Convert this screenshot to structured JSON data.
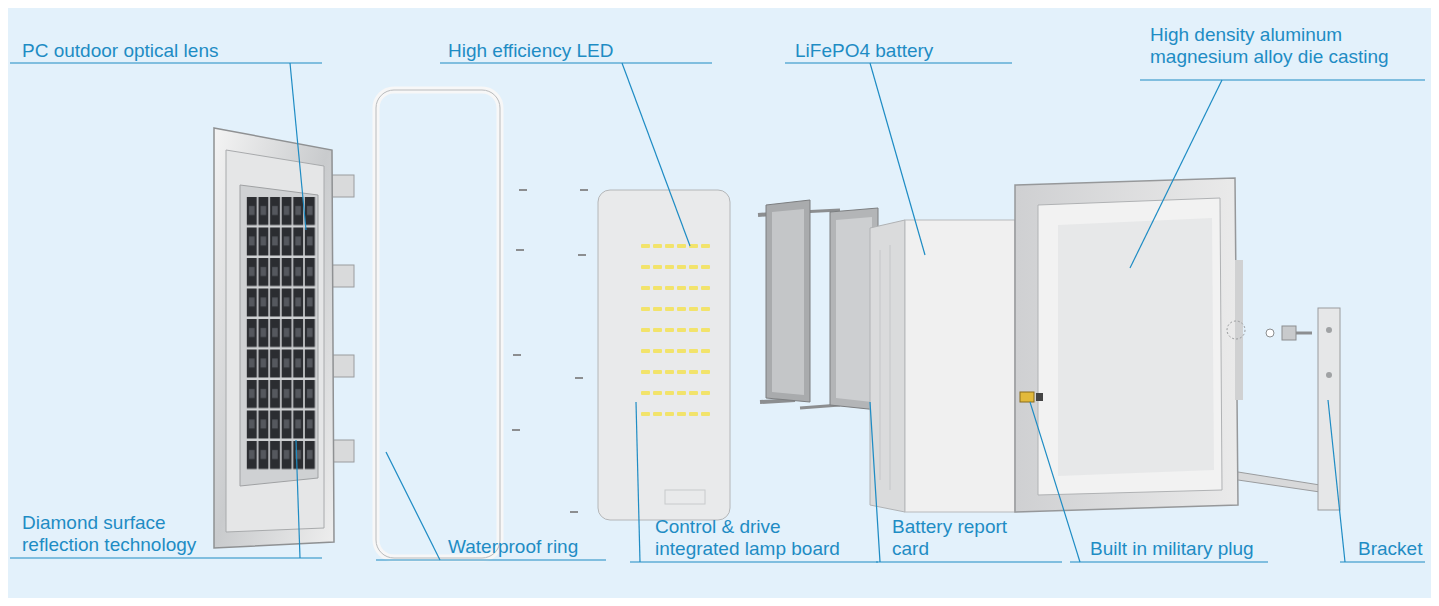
{
  "diagram": {
    "labels": [
      "PC outdoor optical lens",
      "High efficiency LED",
      "LiFePO4 battery",
      "High density aluminum magnesium alloy die casting",
      "Diamond surface reflection technology",
      "Waterproof ring",
      "Control & drive integrated lamp board",
      "Battery report card",
      "Built in military plug",
      "Bracket"
    ]
  }
}
